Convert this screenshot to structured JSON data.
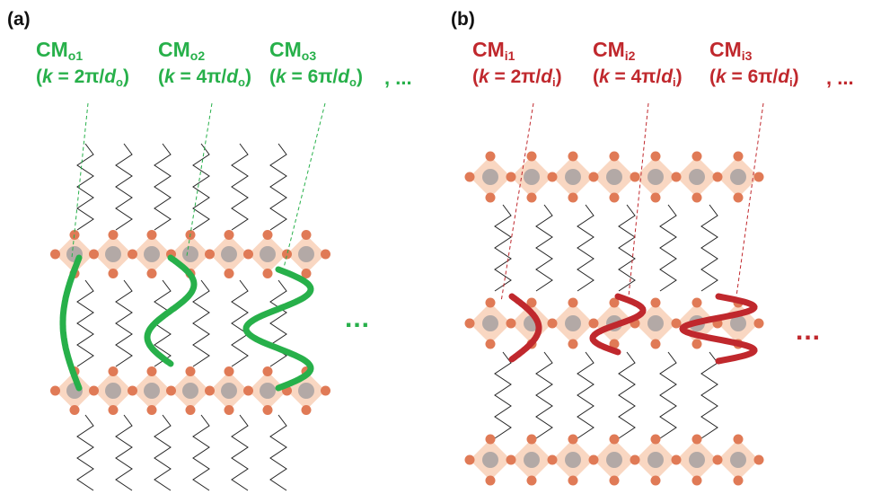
{
  "colors": {
    "outer_mode": "#27b04a",
    "inner_mode": "#c0282d",
    "octahedron_fill": "#f9d7c2",
    "atom_outer": "#e07a56",
    "atom_center": "#b3a9a6",
    "chain": "#222222"
  },
  "panel_a": {
    "tag": "(a)",
    "modes": [
      {
        "name": "CM",
        "sub": "o1",
        "k_prefix": "(",
        "k_var": "k",
        "k_mid": " = 2π/",
        "k_d": "d",
        "k_dsub": "o",
        "k_suffix": ")"
      },
      {
        "name": "CM",
        "sub": "o2",
        "k_prefix": "(",
        "k_var": "k",
        "k_mid": " = 4π/",
        "k_d": "d",
        "k_dsub": "o",
        "k_suffix": ")"
      },
      {
        "name": "CM",
        "sub": "o3",
        "k_prefix": "(",
        "k_var": "k",
        "k_mid": " = 6π/",
        "k_d": "d",
        "k_dsub": "o",
        "k_suffix": ")"
      }
    ],
    "trailing": ", ...",
    "more": "..."
  },
  "panel_b": {
    "tag": "(b)",
    "modes": [
      {
        "name": "CM",
        "sub": "i1",
        "k_prefix": "(",
        "k_var": "k",
        "k_mid": " = 2π/",
        "k_d": "d",
        "k_dsub": "i",
        "k_suffix": ")"
      },
      {
        "name": "CM",
        "sub": "i2",
        "k_prefix": "(",
        "k_var": "k",
        "k_mid": " = 4π/",
        "k_d": "d",
        "k_dsub": "i",
        "k_suffix": ")"
      },
      {
        "name": "CM",
        "sub": "i3",
        "k_prefix": "(",
        "k_var": "k",
        "k_mid": " = 6π/",
        "k_d": "d",
        "k_dsub": "i",
        "k_suffix": ")"
      }
    ],
    "trailing": ", ...",
    "more": "..."
  }
}
